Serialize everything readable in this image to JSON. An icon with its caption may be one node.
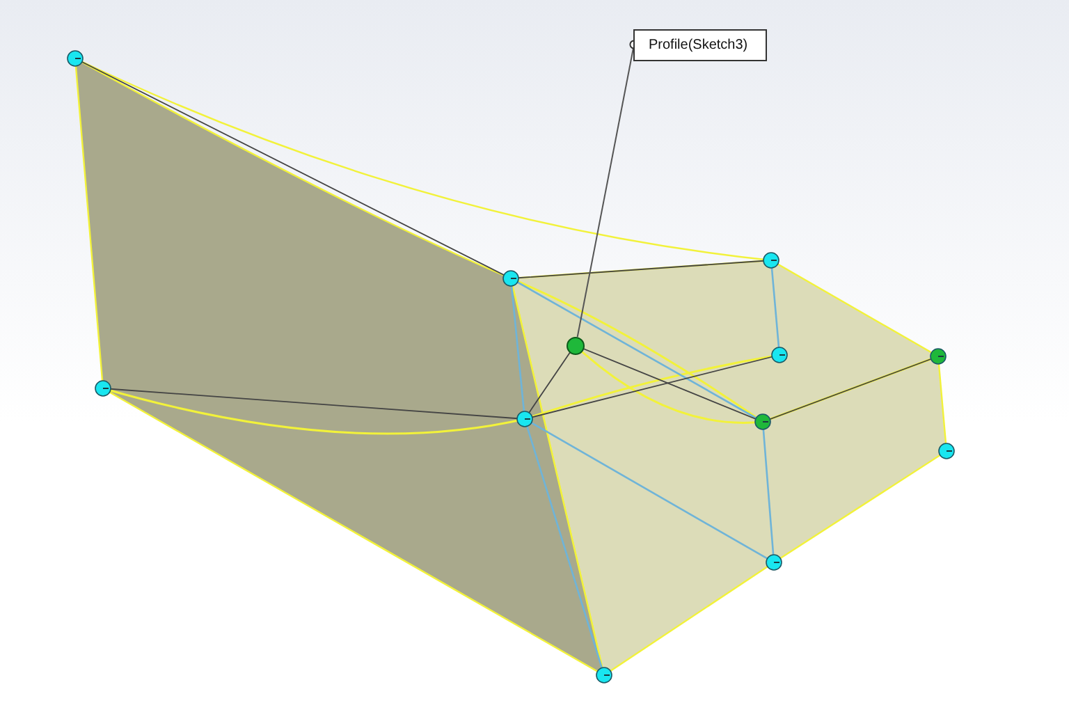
{
  "diagram": {
    "nodes": [
      {
        "text": [
          "Profile(Sketch3)"
        ]
      },
      {
        "text": [],
        "shape": "circle"
      }
    ],
    "edges": [
      {
        "from": 0,
        "to": 1,
        "arrow": "other"
      }
    ]
  }
}
